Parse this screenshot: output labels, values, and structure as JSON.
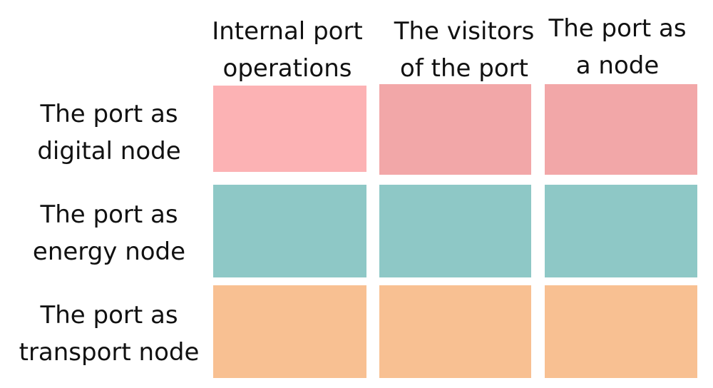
{
  "columns": [
    {
      "label_line1": "Internal port",
      "label_line2": "operations"
    },
    {
      "label_line1": "The visitors",
      "label_line2": "of the port"
    },
    {
      "label_line1": "The port as",
      "label_line2": "a node"
    }
  ],
  "rows": [
    {
      "label_line1": "The port as",
      "label_line2": "digital node",
      "color": "#f2a7a8",
      "color_first": "#fcb2b4"
    },
    {
      "label_line1": "The port as",
      "label_line2": "energy node",
      "color": "#8ec8c6"
    },
    {
      "label_line1": "The port as",
      "label_line2": "transport node",
      "color": "#f8c092"
    }
  ]
}
